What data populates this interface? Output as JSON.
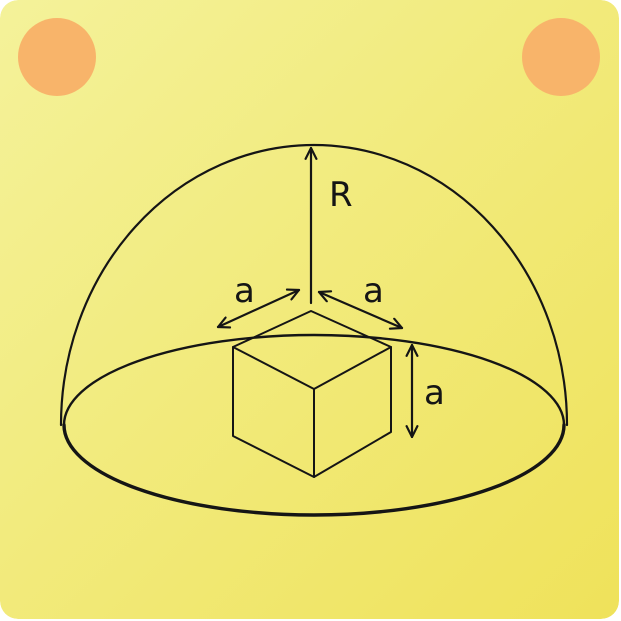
{
  "colors": {
    "background_light": "#f4f29a",
    "background_dark": "#efe25a",
    "dot": "#f8b46a",
    "ink": "#151515"
  },
  "labels": {
    "radius": "R",
    "edge_left": "a",
    "edge_right": "a",
    "edge_height": "a"
  }
}
